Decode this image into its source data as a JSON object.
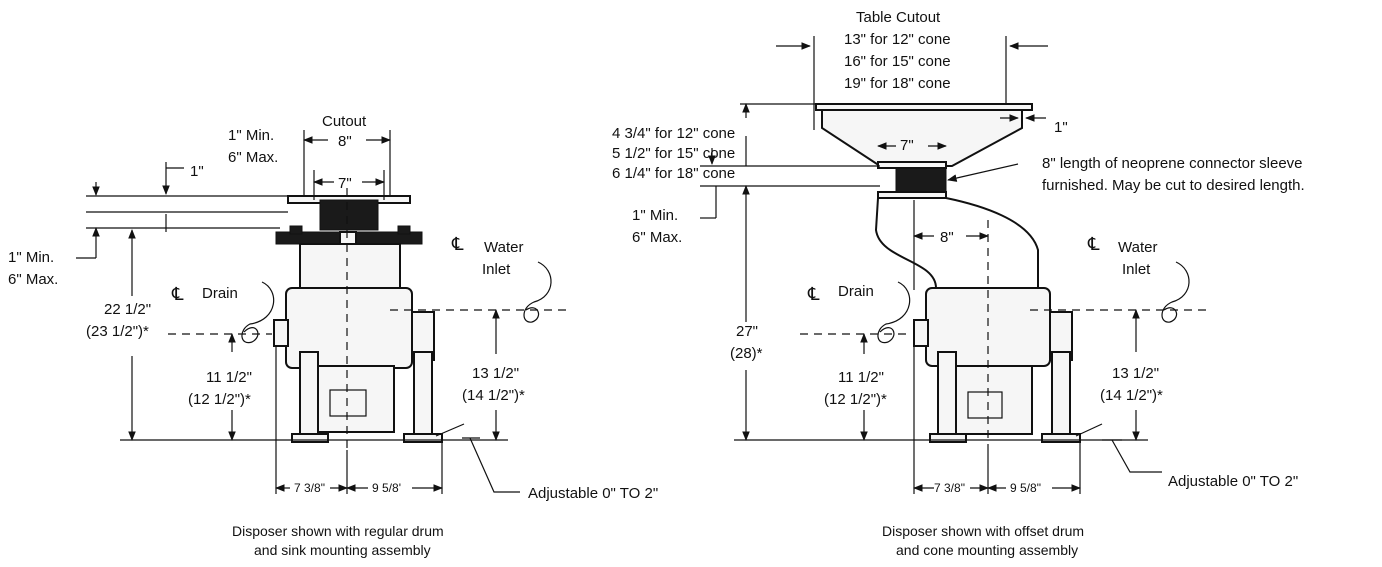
{
  "left": {
    "cutout_title": "Cutout",
    "cutout_8": "8\"",
    "dim_7": "7\"",
    "min_max_top_1": "1\" Min.",
    "min_max_top_2": "6\" Max.",
    "dim_1": "1\"",
    "min_max_side_1": "1\" Min.",
    "min_max_side_2": "6\" Max.",
    "height_1": "22 1/2\"",
    "height_2": "(23 1/2\")*",
    "drain_label": "Drain",
    "water_label_1": "Water",
    "water_label_2": "Inlet",
    "drain_h_1": "11 1/2\"",
    "drain_h_2": "(12 1/2\")*",
    "inlet_h_1": "13 1/2\"",
    "inlet_h_2": "(14 1/2\")*",
    "width_left": "7 3/8\"",
    "width_right": "9 5/8'",
    "adjustable": "Adjustable 0\" TO  2\"",
    "caption_1": "Disposer shown with regular drum",
    "caption_2": "and sink mounting assembly"
  },
  "right": {
    "table_cutout_1": "Table Cutout",
    "table_cutout_2": "13\" for 12\" cone",
    "table_cutout_3": "16\" for 15\" cone",
    "table_cutout_4": "19\" for 18\" cone",
    "cone_h_1": "4 3/4\" for 12\" cone",
    "cone_h_2": "5 1/2\" for 15\" cone",
    "cone_h_3": "6 1/4\" for 18\" cone",
    "dim_1": "1\"",
    "dim_7": "7\"",
    "sleeve_1": "8\" length of neoprene connector sleeve",
    "sleeve_2": "furnished. May be cut to desired length.",
    "min_max_1": "1\" Min.",
    "min_max_2": "6\" Max.",
    "offset_8": "8\"",
    "height_1": "27\"",
    "height_2": "(28)*",
    "drain_label": "Drain",
    "water_label_1": "Water",
    "water_label_2": "Inlet",
    "drain_h_1": "11 1/2\"",
    "drain_h_2": "(12 1/2\")*",
    "inlet_h_1": "13 1/2\"",
    "inlet_h_2": "(14 1/2\")*",
    "width_left": "7 3/8\"",
    "width_right": "9 5/8\"",
    "adjustable": "Adjustable 0\" TO  2\"",
    "caption_1": "Disposer shown with offset drum",
    "caption_2": "and cone mounting assembly"
  },
  "symbols": {
    "centerline": "℄"
  }
}
